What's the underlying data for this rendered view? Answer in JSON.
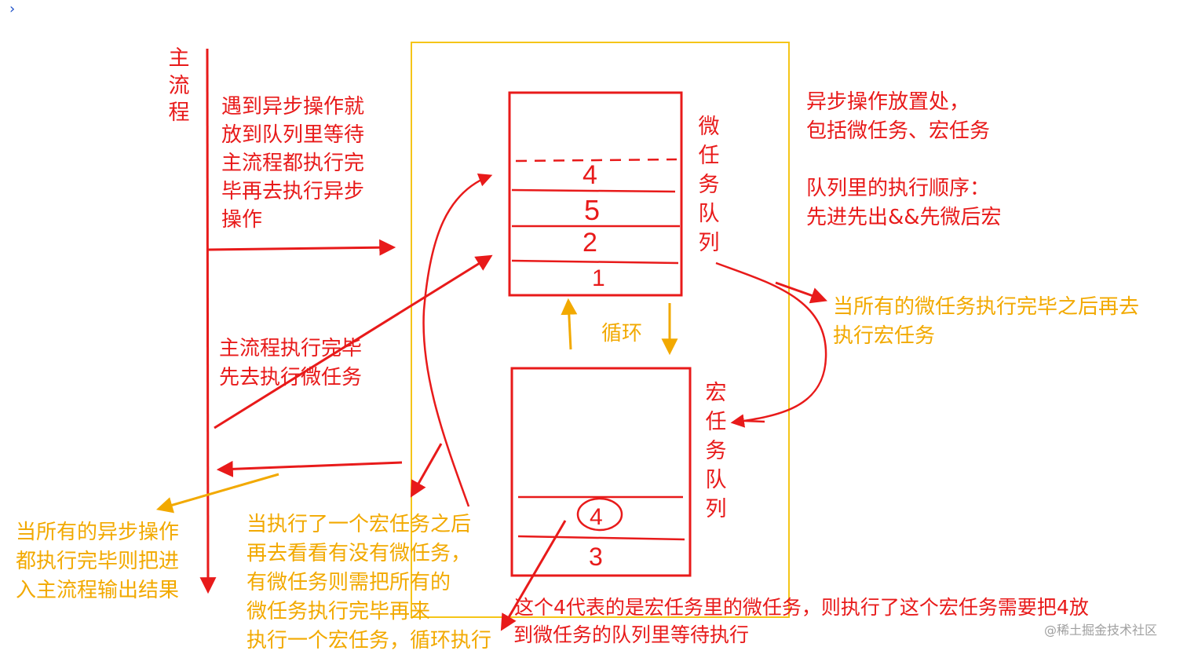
{
  "corner_glyph": "›",
  "labels": {
    "main_flow": "主\n流\n程",
    "put_in_queue": "遇到异步操作就\n放到队列里等待\n主流程都执行完\n毕再去执行异步\n操作",
    "main_done_micro": "主流程执行完毕\n先去执行微任务",
    "micro_queue": "微\n任\n务\n队\n列",
    "macro_queue": "宏\n任\n务\n队\n列",
    "loop": "循环",
    "async_place": "异步操作放置处，\n包括微任务、宏任务",
    "queue_order": "队列里的执行顺序：\n先进先出&&先微后宏",
    "after_micro": "当所有的微任务执行完毕之后再去\n执行宏任务",
    "all_async_done": "当所有的异步操作\n都执行完毕则把进\n入主流程输出结果",
    "after_macro": "当执行了一个宏任务之后\n再去看看有没有微任务，\n有微任务则需把所有的\n微任务执行完毕再来\n执行一个宏任务，循环执行",
    "note_4_line1": "这个4代表的是宏任务里的微任务，则执行了这个宏任务需要把4放",
    "note_4_line2": "到微任务的队列里等待执行"
  },
  "micro_slots": [
    "4",
    "5",
    "2",
    "1"
  ],
  "macro_slots": [
    "4",
    "3"
  ],
  "watermark": "@稀土掘金技术社区",
  "colors": {
    "red": "#e81a1a",
    "orange": "#f2a900",
    "box_border": "#f5c518",
    "cursor": "#1e50c8"
  }
}
